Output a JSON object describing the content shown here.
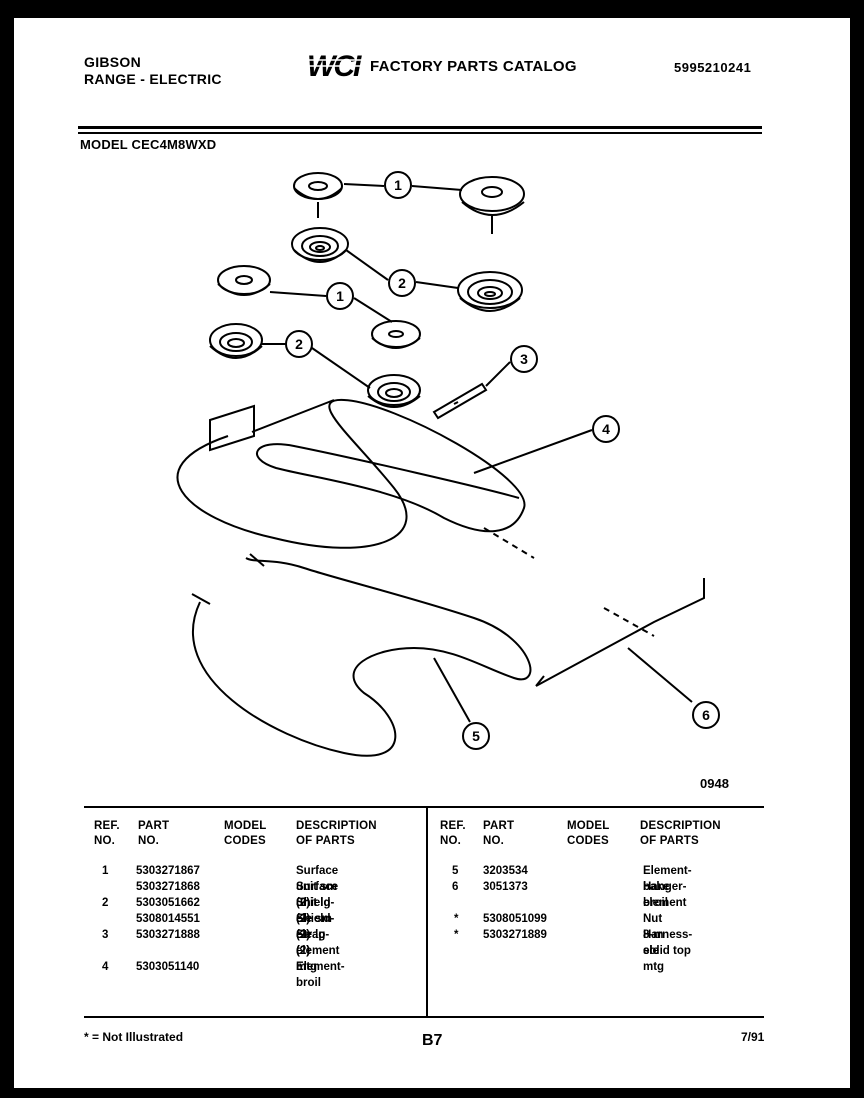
{
  "header": {
    "brand": "GIBSON",
    "product": "RANGE - ELECTRIC",
    "logo_text": "WCI",
    "catalog_title": "FACTORY PARTS CATALOG",
    "catalog_number": "5995210241",
    "model_label": "MODEL CEC4M8WXD"
  },
  "diagram": {
    "figure_code": "0948",
    "callouts": [
      "1",
      "2",
      "1",
      "2",
      "3",
      "4",
      "5",
      "6"
    ]
  },
  "table": {
    "headers": {
      "ref": "REF.\nNO.",
      "part": "PART\nNO.",
      "model": "MODEL\nCODES",
      "desc": "DESCRIPTION\nOF PARTS"
    },
    "left_rows": [
      {
        "ref": "1",
        "part": "5303271867",
        "desc": "Surface unit sm (2)"
      },
      {
        "ref": "",
        "part": "5303271868",
        "desc": "Surface unit lg (2)"
      },
      {
        "ref": "2",
        "part": "5303051662",
        "desc": "Shield-ele sm (2)"
      },
      {
        "ref": "",
        "part": "5308014551",
        "desc": "Shield-ele lg (2)"
      },
      {
        "ref": "3",
        "part": "5303271888",
        "desc": "Strap-element mtg"
      },
      {
        "ref": "",
        "part": "",
        "desc": "(2)"
      },
      {
        "ref": "4",
        "part": "5303051140",
        "desc": "Element-broil"
      }
    ],
    "right_rows": [
      {
        "ref": "5",
        "part": "3203534",
        "desc": "Element-bake"
      },
      {
        "ref": "6",
        "part": "3051373",
        "desc": "Hanger-broil"
      },
      {
        "ref": "",
        "part": "",
        "desc": "element"
      },
      {
        "ref": "*",
        "part": "5308051099",
        "desc": "Nut 8-m ele mtg"
      },
      {
        "ref": "*",
        "part": "5303271889",
        "desc": "Harness-solid top"
      },
      {
        "ref": "",
        "part": "",
        "desc": "ele"
      }
    ]
  },
  "footer": {
    "note": "* = Not Illustrated",
    "page": "B7",
    "date": "7/91"
  }
}
